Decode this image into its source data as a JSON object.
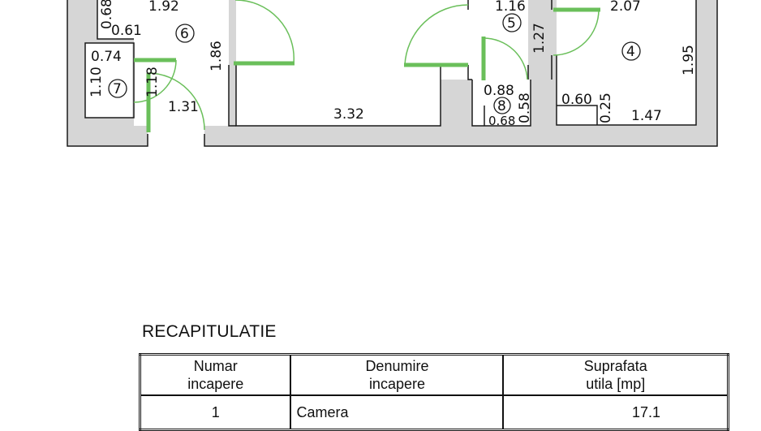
{
  "plan": {
    "dimensions": {
      "d_068": "0.68",
      "d_192": "1.92",
      "d_061": "0.61",
      "d_186": "1.86",
      "d_074": "0.74",
      "d_110": "1.10",
      "d_118": "1.18",
      "d_131": "1.31",
      "d_332": "3.32",
      "d_116": "1.16",
      "d_127": "1.27",
      "d_207": "2.07",
      "d_195": "1.95",
      "d_088": "0.88",
      "d_058": "0.58",
      "d_068b": "0.68",
      "d_060": "0.60",
      "d_025": "0.25",
      "d_147": "1.47"
    },
    "room_numbers": {
      "r4": "4",
      "r5": "5",
      "r6": "6",
      "r7": "7",
      "r8": "8"
    },
    "colors": {
      "wall": "#d6d6d6",
      "door": "#6abf5a",
      "line": "#1a1a1a"
    }
  },
  "recap": {
    "title": "RECAPITULATIE",
    "headers": {
      "num_line1": "Numar",
      "num_line2": "incapere",
      "name_line1": "Denumire",
      "name_line2": "incapere",
      "area_line1": "Suprafata",
      "area_line2": "utila [mp]"
    },
    "rows": [
      {
        "num": "1",
        "name": "Camera",
        "area": "17.1"
      }
    ]
  }
}
